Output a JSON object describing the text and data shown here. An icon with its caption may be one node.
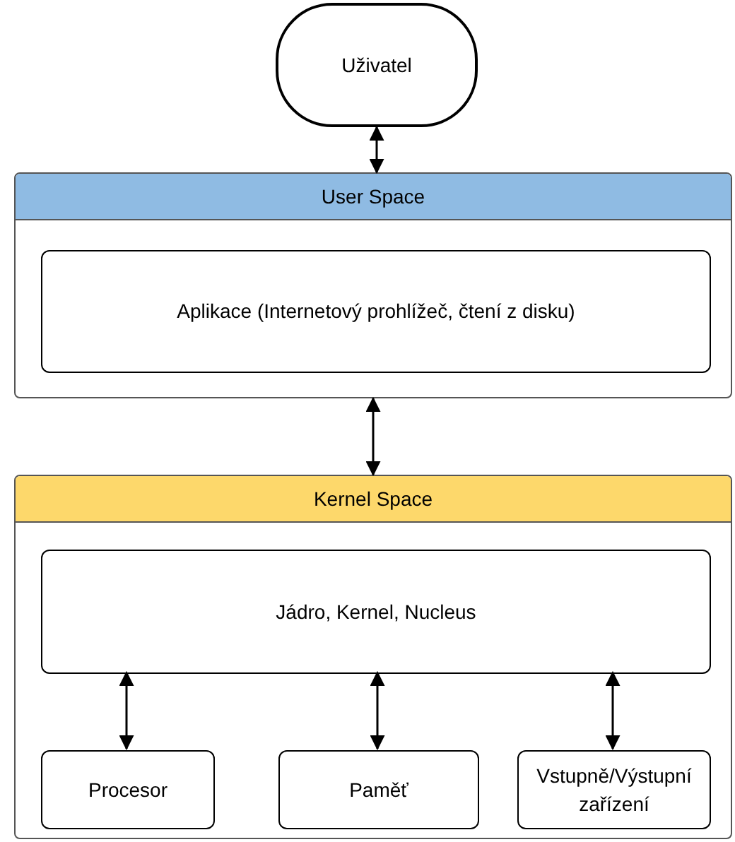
{
  "diagram": {
    "nodes": [
      {
        "text": [
          "Uživatel"
        ]
      },
      {
        "text": [
          "User Space"
        ]
      },
      {
        "text": [
          "Aplikace (Internetový prohlížeč, čtení z disku)"
        ],
        "in": 1
      },
      {
        "text": [
          "Kernel Space"
        ]
      },
      {
        "text": [
          "Jádro, Kernel, Nucleus"
        ],
        "in": 3
      },
      {
        "text": [
          "Procesor"
        ],
        "in": 3
      },
      {
        "text": [
          "Paměť"
        ],
        "in": 3
      },
      {
        "text": [
          "Vstupně/Výstupní zařízení"
        ],
        "in": 3
      }
    ],
    "edges": [
      {
        "from": 0,
        "to": 1,
        "arrow": "both"
      },
      {
        "from": 1,
        "to": 3,
        "arrow": "both"
      },
      {
        "from": 4,
        "to": 5,
        "arrow": "both"
      },
      {
        "from": 4,
        "to": 6,
        "arrow": "both"
      },
      {
        "from": 4,
        "to": 7,
        "arrow": "both"
      }
    ]
  }
}
